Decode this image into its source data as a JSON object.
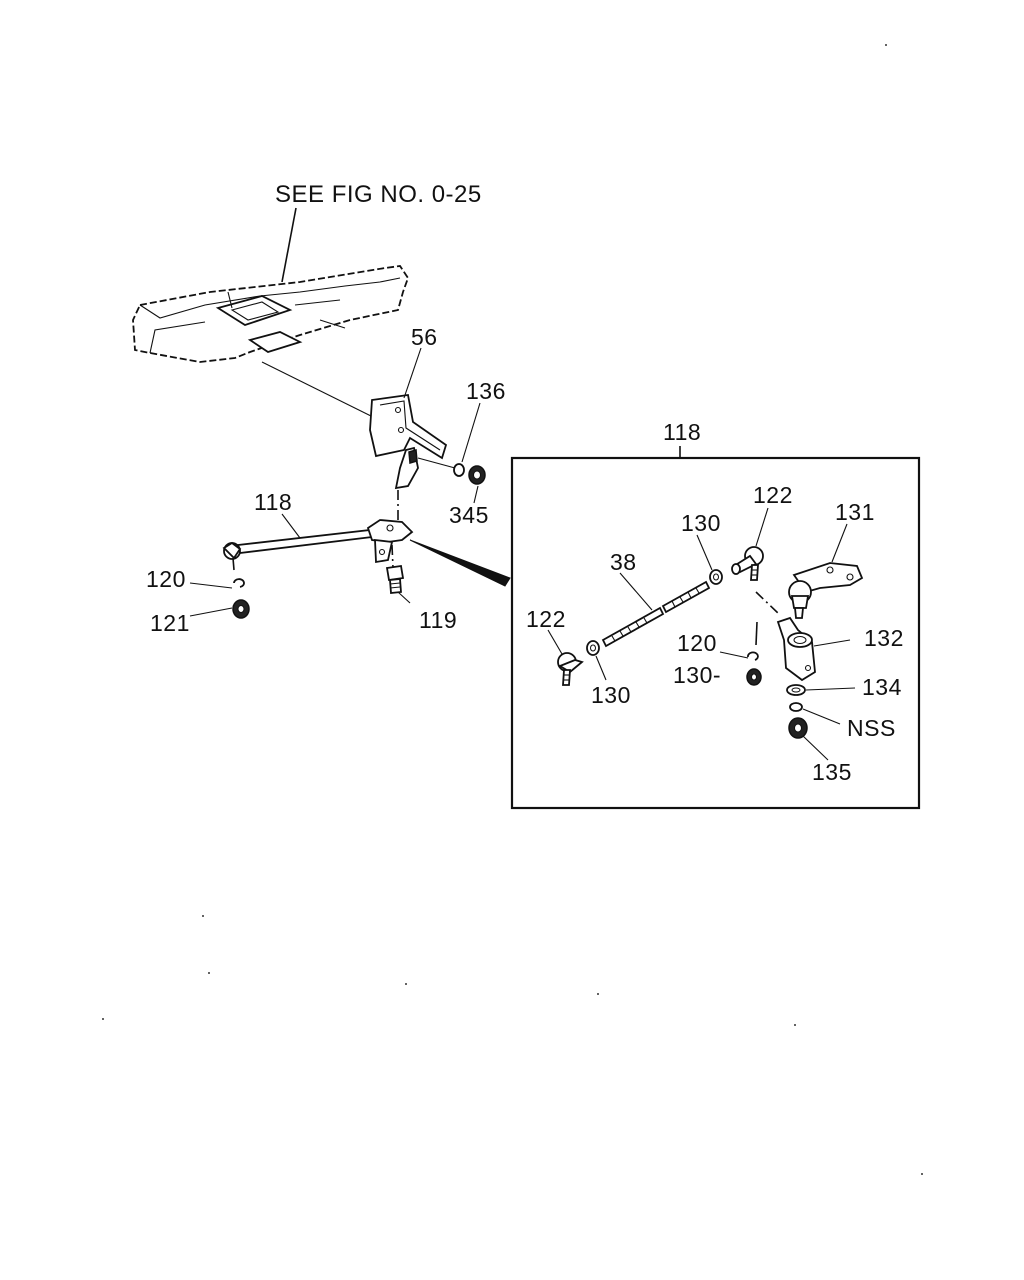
{
  "diagram": {
    "reference_note": "SEE FIG NO. 0-25",
    "main_view_labels": {
      "bracket": "56",
      "washer": "136",
      "nut": "345",
      "rod_assembly": "118",
      "bolt": "119",
      "clip": "120",
      "nut_left": "121"
    },
    "detail_box": {
      "title": "118",
      "labels": {
        "ball_joint_left": "122",
        "ball_joint_right": "122",
        "rod": "38",
        "nut_upper": "130",
        "nut_lower": "130",
        "clip": "120",
        "nut_clip": "130-",
        "bracket": "131",
        "bushing": "132",
        "washer": "134",
        "spring_washer": "NSS",
        "nut": "135"
      }
    }
  }
}
